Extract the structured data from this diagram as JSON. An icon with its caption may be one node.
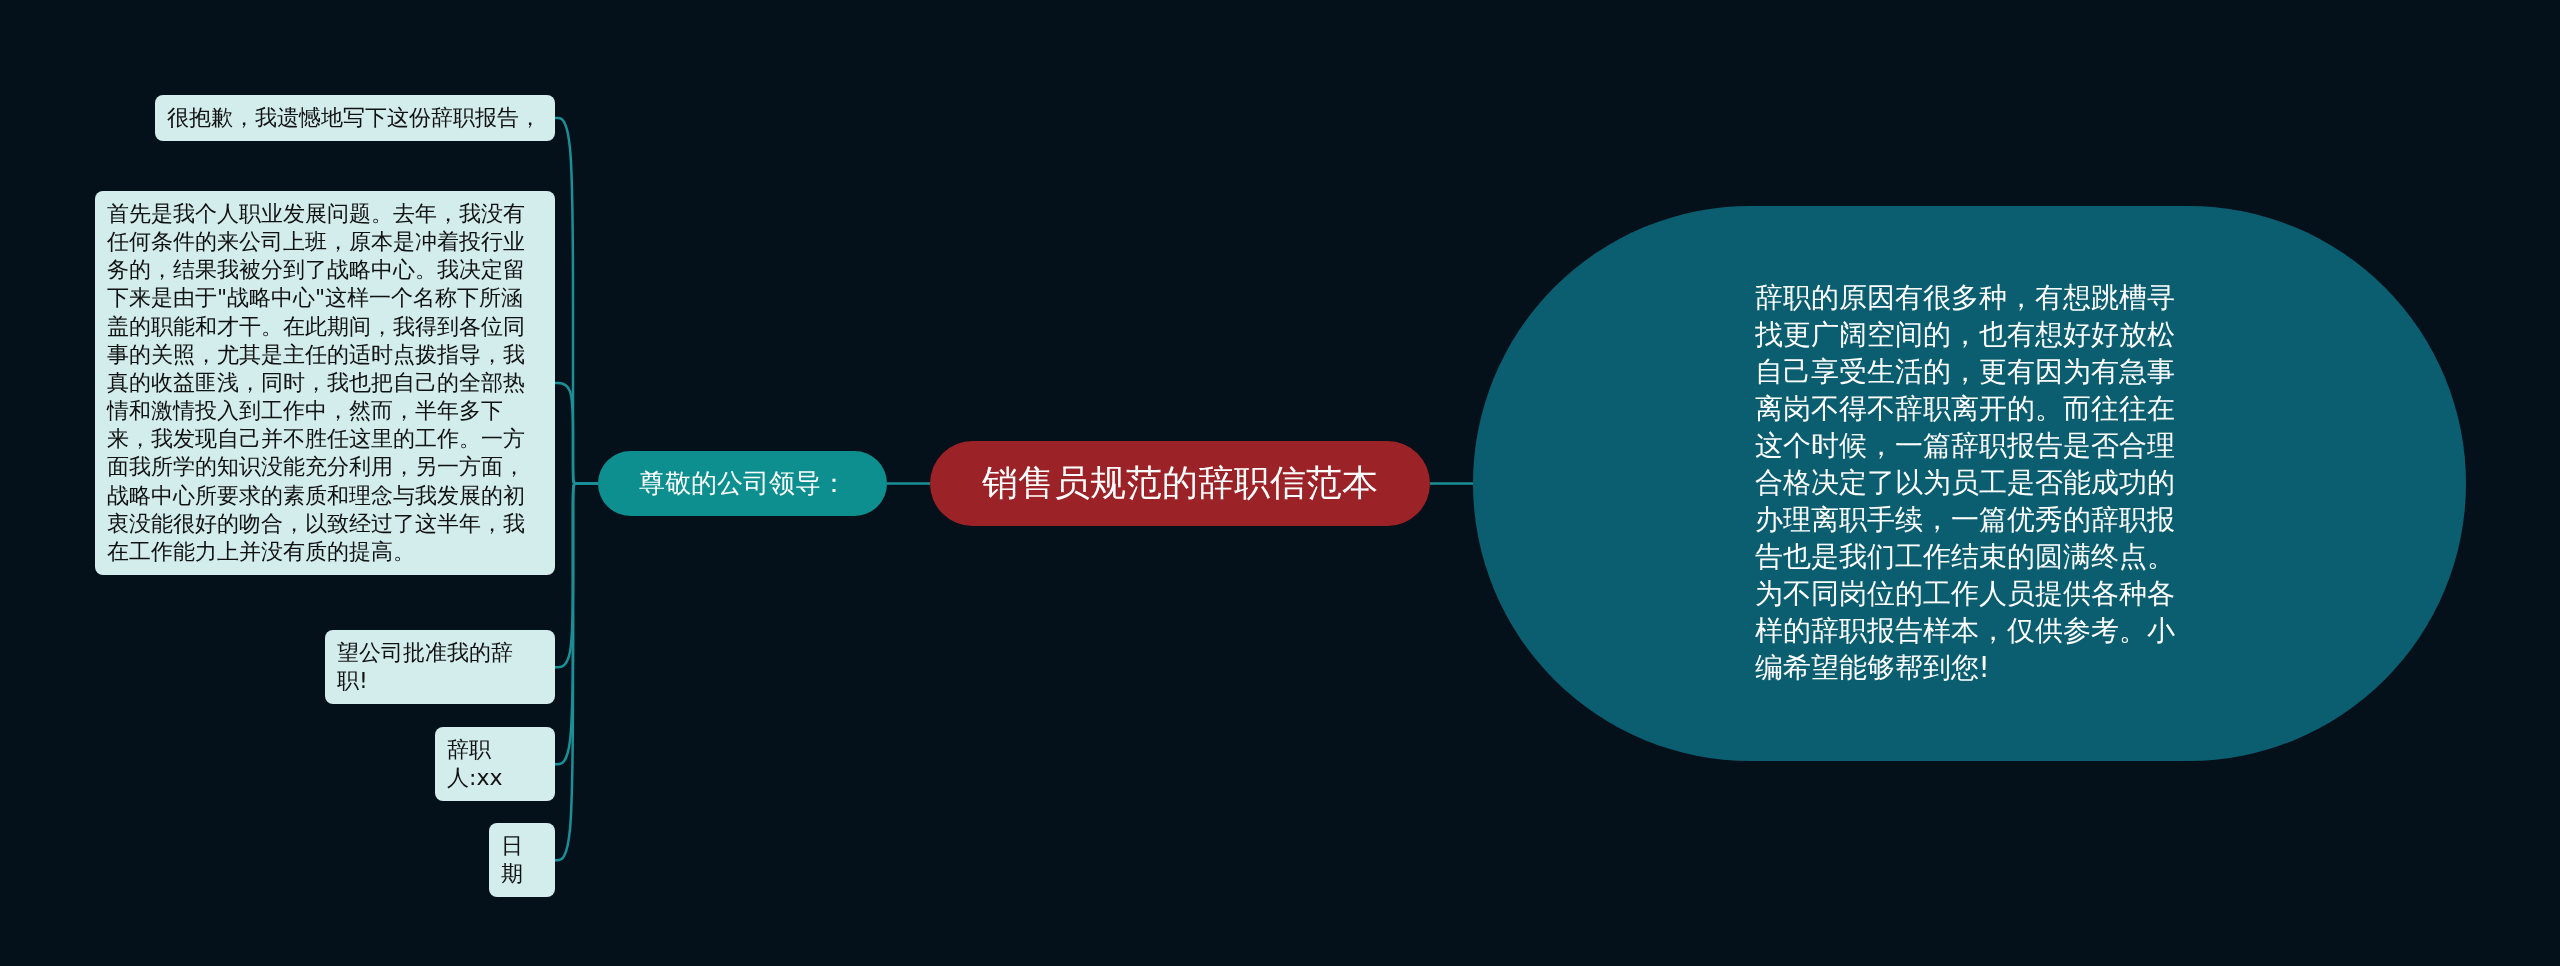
{
  "diagram": {
    "nodes": [
      {
        "text": [
          "销售员规范的辞职信范本"
        ]
      },
      {
        "text": [
          "尊敬的公司领导："
        ]
      },
      {
        "text": [
          "很抱歉，我遗憾地写下这份辞职报告，"
        ]
      },
      {
        "text": [
          "首先是我个人职业发展问题。去年，我没有任何条件的来公司上班，原本是冲着投行业务的，结果我被分到了战略中心。我决定留下来是由于\"战略中心\"这样一个名称下所涵盖的职能和才干。在此期间，我得到各位同事的关照，尤其是主任的适时点拨指导，我真的收益匪浅，同时，我也把自己的全部热情和激情投入到工作中，然而，半年多下来，我发现自己并不胜任这里的工作。一方面我所学的知识没能充分利用，另一方面，战略中心所要求的素质和理念与我发展的初衷没能很好的吻合，以致经过了这半年，我在工作能力上并没有质的提高。"
        ]
      },
      {
        "text": [
          "望公司批准我的辞职!"
        ]
      },
      {
        "text": [
          "辞职人:xx"
        ]
      },
      {
        "text": [
          "日期"
        ]
      },
      {
        "text": [
          "辞职的原因有很多种，有想跳槽寻找更广阔空间的，也有想好好放松自己享受生活的，更有因为有急事离岗不得不辞职离开的。而往往在这个时候，一篇辞职报告是否合理合格决定了以为员工是否能成功的办理离职手续，一篇优秀的辞职报告也是我们工作结束的圆满终点。为不同岗位的工作人员提供各种各样的辞职报告样本，仅供参考。小编希望能够帮到您!"
        ]
      }
    ],
    "edges": [
      {
        "from": 0,
        "to": 1,
        "arrow": "none"
      },
      {
        "from": 0,
        "to": 7,
        "arrow": "none"
      },
      {
        "from": 1,
        "to": 2,
        "arrow": "none"
      },
      {
        "from": 1,
        "to": 3,
        "arrow": "none"
      },
      {
        "from": 1,
        "to": 4,
        "arrow": "none"
      },
      {
        "from": 1,
        "to": 5,
        "arrow": "none"
      },
      {
        "from": 1,
        "to": 6,
        "arrow": "none"
      }
    ]
  }
}
